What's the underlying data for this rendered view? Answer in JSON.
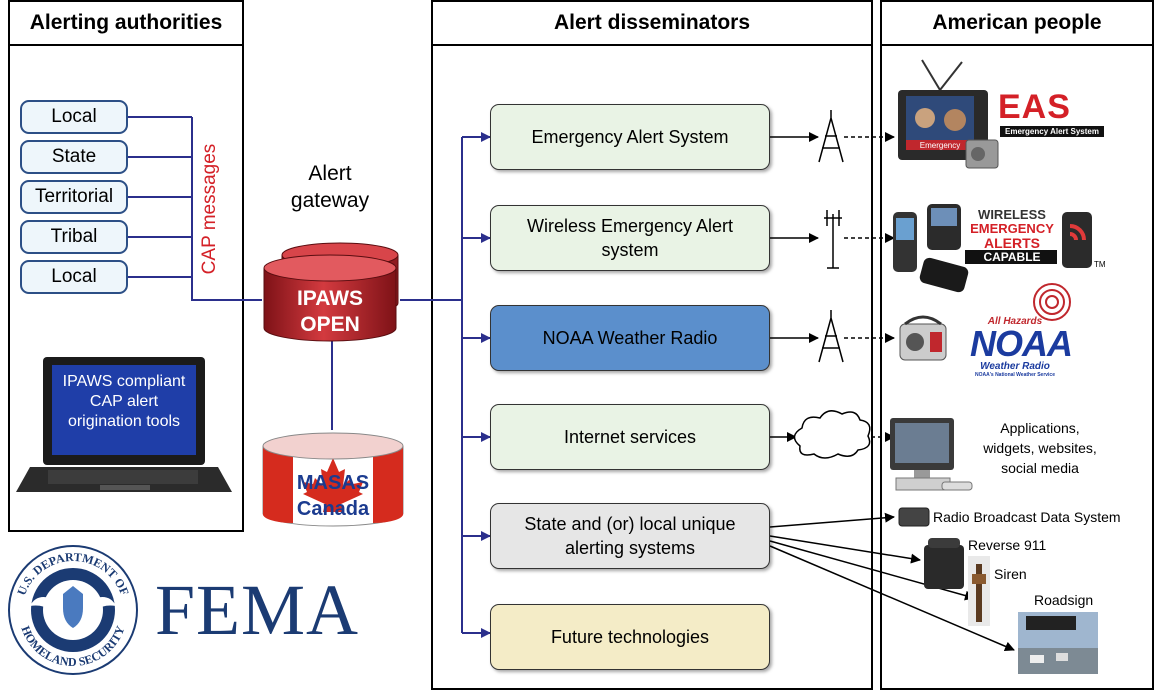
{
  "columns": {
    "authorities": "Alerting authorities",
    "disseminators": "Alert disseminators",
    "people": "American people"
  },
  "authorities": [
    "Local",
    "State",
    "Territorial",
    "Tribal",
    "Local"
  ],
  "cap_messages_label": "CAP messages",
  "laptop_text": [
    "IPAWS compliant",
    "CAP alert",
    "origination tools"
  ],
  "gateway": {
    "label_line1": "Alert",
    "label_line2": "gateway",
    "db_line1": "IPAWS",
    "db_line2": "OPEN"
  },
  "masas": {
    "line1": "MASAS",
    "line2": "Canada"
  },
  "disseminators": [
    {
      "line1": "Emergency Alert System",
      "line2": "",
      "color": "#e9f3e5"
    },
    {
      "line1": "Wireless Emergency Alert",
      "line2": "system",
      "color": "#e9f3e5"
    },
    {
      "line1": "NOAA Weather Radio",
      "line2": "",
      "color": "#5b8fcc"
    },
    {
      "line1": "Internet services",
      "line2": "",
      "color": "#e9f3e5"
    },
    {
      "line1": "State and (or) local unique",
      "line2": "alerting systems",
      "color": "#e6e6e6"
    },
    {
      "line1": "Future technologies",
      "line2": "",
      "color": "#f4ecc7"
    }
  ],
  "endpoints": {
    "eas_logo": "EAS",
    "eas_sub": "Emergency Alert System",
    "tv_caption": "Emergency",
    "wea_line1": "WIRELESS",
    "wea_line2": "EMERGENCY",
    "wea_line3": "ALERTS",
    "wea_line4": "CAPABLE",
    "wea_tm": "TM",
    "noaa_top": "All Hazards",
    "noaa_main": "NOAA",
    "noaa_sub": "Weather Radio",
    "noaa_fine": "NOAA's National Weather Service",
    "internet_line1": "Applications,",
    "internet_line2": "widgets, websites,",
    "internet_line3": "social media",
    "rbds": "Radio Broadcast Data System",
    "reverse911": "Reverse 911",
    "siren": "Siren",
    "roadsign": "Roadsign"
  },
  "fema": {
    "wordmark": "FEMA",
    "seal_top": "U.S. DEPARTMENT OF",
    "seal_bottom": "HOMELAND SECURITY"
  },
  "colors": {
    "connector_blue": "#2b2f8c",
    "cap_red": "#d42027",
    "ipaws_red": "#c0272d",
    "noaa_blue": "#5b8fcc",
    "fema_blue": "#1b3b73"
  }
}
